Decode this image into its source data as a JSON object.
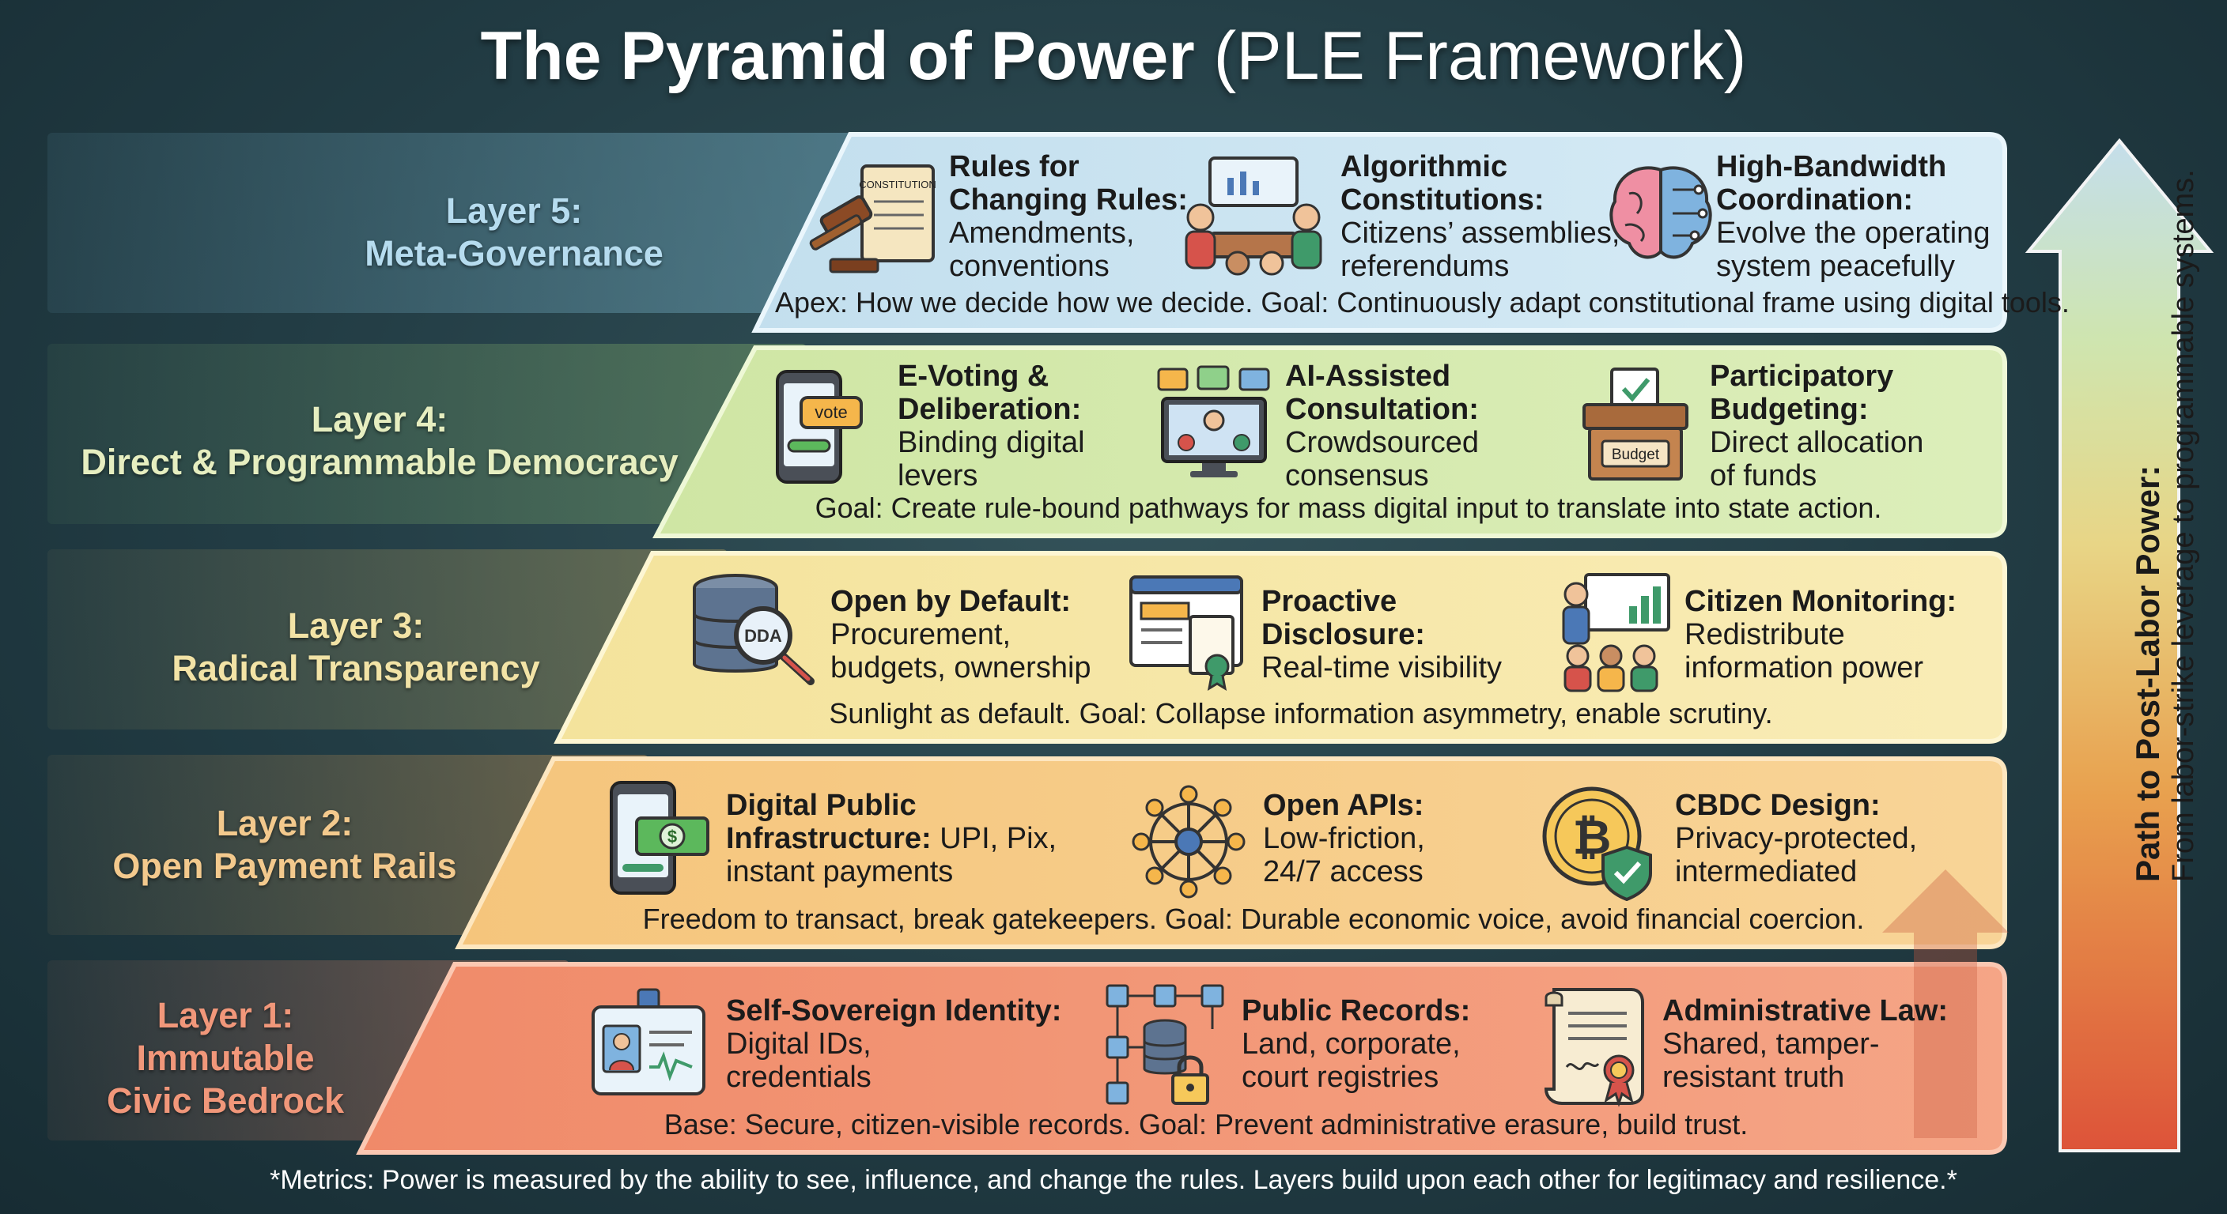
{
  "title": {
    "bold": "The Pyramid of Power",
    "light": "(PLE Framework)"
  },
  "layers": [
    {
      "name_line1": "Layer 5:",
      "name_line2": "Meta-Governance",
      "name_line3": "",
      "items": [
        {
          "icon": "gavel-constitution-icon",
          "icon_text": "CONSTITUTION",
          "head1": "Rules for",
          "head2": "Changing Rules:",
          "desc1": "Amendments,",
          "desc2": "conventions"
        },
        {
          "icon": "assembly-meeting-icon",
          "icon_text": "",
          "head1": "Algorithmic",
          "head2": "Constitutions:",
          "desc1": "Citizens’ assemblies,",
          "desc2": "referendums"
        },
        {
          "icon": "brain-circuit-icon",
          "icon_text": "",
          "head1": "High-Bandwidth",
          "head2": "Coordination:",
          "desc1": "Evolve the operating",
          "desc2": "system peacefully"
        }
      ],
      "goal": "Apex: How we decide how we decide. Goal: Continuously adapt constitutional frame using digital tools."
    },
    {
      "name_line1": "Layer 4:",
      "name_line2": "Direct & Programmable Democracy",
      "name_line3": "",
      "items": [
        {
          "icon": "phone-vote-icon",
          "icon_text": "vote",
          "head1": "E-Voting &",
          "head2": "Deliberation:",
          "desc1": "Binding digital",
          "desc2": "levers"
        },
        {
          "icon": "video-consultation-icon",
          "icon_text": "",
          "head1": "AI-Assisted",
          "head2": "Consultation:",
          "desc1": "Crowdsourced",
          "desc2": "consensus"
        },
        {
          "icon": "budget-ballot-box-icon",
          "icon_text": "Budget",
          "head1": "Participatory",
          "head2": "Budgeting:",
          "desc1": "Direct allocation",
          "desc2": "of funds"
        }
      ],
      "goal": "Goal: Create rule-bound pathways for mass digital input to translate into state action."
    },
    {
      "name_line1": "Layer 3:",
      "name_line2": "Radical Transparency",
      "name_line3": "",
      "items": [
        {
          "icon": "database-magnifier-icon",
          "icon_text": "DDA",
          "head1": "Open by Default:",
          "head2": "",
          "desc1": "Procurement,",
          "desc2": "budgets, ownership"
        },
        {
          "icon": "browser-document-icon",
          "icon_text": "",
          "head1": "Proactive",
          "head2": "Disclosure:",
          "desc1": "Real-time visibility",
          "desc2": ""
        },
        {
          "icon": "presentation-audience-icon",
          "icon_text": "",
          "head1": "Citizen Monitoring:",
          "head2": "",
          "desc1": "Redistribute",
          "desc2": "information power"
        }
      ],
      "goal": "Sunlight as default. Goal: Collapse information asymmetry, enable scrutiny."
    },
    {
      "name_line1": "Layer 2:",
      "name_line2": "Open Payment Rails",
      "name_line3": "",
      "items": [
        {
          "icon": "phone-cash-icon",
          "icon_text": "$",
          "head1": "Digital Public",
          "head2": "Infrastructure:",
          "head2_suffix": " UPI, Pix,",
          "desc1": "instant payments",
          "desc2": ""
        },
        {
          "icon": "network-hub-icon",
          "icon_text": "",
          "head1": "Open APIs:",
          "head2": "",
          "desc1": "Low-friction,",
          "desc2": "24/7 access"
        },
        {
          "icon": "coin-shield-icon",
          "icon_text": "₿",
          "head1": "CBDC Design:",
          "head2": "",
          "desc1": "Privacy-protected,",
          "desc2": "intermediated"
        }
      ],
      "goal": "Freedom to transact, break gatekeepers. Goal: Durable economic voice, avoid financial coercion."
    },
    {
      "name_line1": "Layer 1:",
      "name_line2": "Immutable",
      "name_line3": "Civic Bedrock",
      "items": [
        {
          "icon": "id-badge-icon",
          "icon_text": "",
          "head1": "Self-Sovereign Identity:",
          "head2": "",
          "desc1": "Digital IDs,",
          "desc2": "credentials"
        },
        {
          "icon": "database-lock-icon",
          "icon_text": "",
          "head1": "Public Records:",
          "head2": "",
          "desc1": "Land, corporate,",
          "desc2": "court registries"
        },
        {
          "icon": "scroll-seal-icon",
          "icon_text": "",
          "head1": "Administrative Law:",
          "head2": "",
          "desc1": "Shared, tamper-",
          "desc2": "resistant truth"
        }
      ],
      "goal": "Base: Secure, citizen-visible records. Goal: Prevent administrative erasure, build trust."
    }
  ],
  "side_arrow": {
    "line1": "Path to Post-Labor Power:",
    "line2": "From labor-strike leverage to programmable systems."
  },
  "footer": "*Metrics: Power is measured by the ability to see, influence, and change the rules. Layers build upon each other for legitimacy and resilience.*",
  "colors": {
    "layer5": "#cfe6f2",
    "layer4": "#d7ebb2",
    "layer3": "#f8eab0",
    "layer2": "#f7cf8c",
    "layer1": "#f49b7c",
    "label5": "#b6dcef",
    "label4": "#e6eec0",
    "label3": "#f2e3a6",
    "label2": "#f3c98d",
    "label1": "#f1977a"
  }
}
